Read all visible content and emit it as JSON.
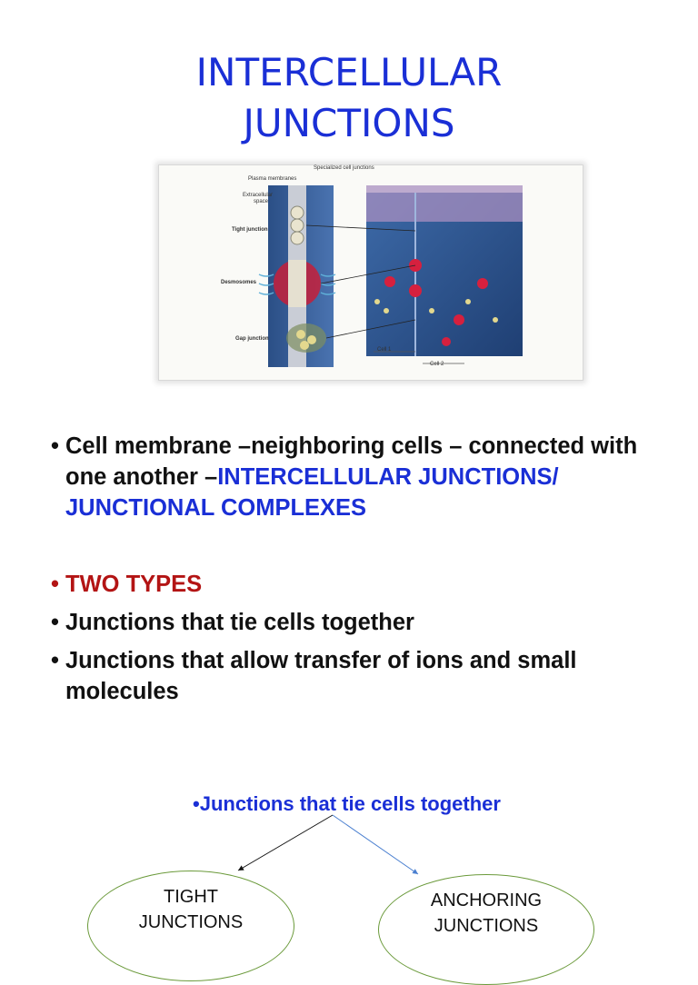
{
  "title": {
    "line1": "INTERCELLULAR",
    "line2": "JUNCTIONS"
  },
  "figure": {
    "header": "Specialized cell junctions",
    "labels": {
      "plasma": "Plasma membranes",
      "extracellular_1": "Extracellular",
      "extracellular_2": "space",
      "tight": "Tight junction",
      "desmosomes": "Desmosomes",
      "gap": "Gap junction",
      "cell1": "Cell 1",
      "cell2": "Cell 2"
    }
  },
  "bullets": {
    "b1_plain": "Cell membrane –neighboring cells – connected with one another –",
    "b1_blue": "INTERCELLULAR JUNCTIONS/ JUNCTIONAL COMPLEXES",
    "b2": "TWO TYPES",
    "b3": "Junctions that tie cells together",
    "b4": "Junctions that allow transfer of ions and small molecules"
  },
  "sub": {
    "bullet": "Junctions that tie cells together"
  },
  "ovals": {
    "left_line1": "TIGHT",
    "left_line2": "JUNCTIONS",
    "right_line1": "ANCHORING",
    "right_line2": "JUNCTIONS"
  },
  "colors": {
    "title": "#1a2fd6",
    "highlight_red": "#b31414",
    "oval_border": "#6b9a3b"
  }
}
